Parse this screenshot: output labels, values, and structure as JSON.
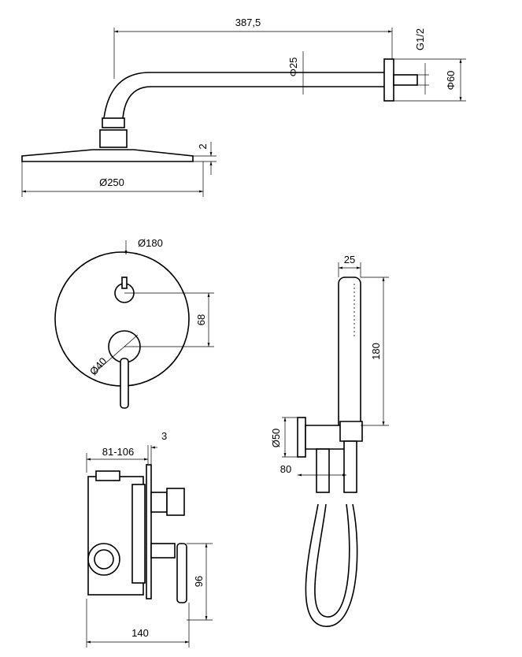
{
  "shower_arm": {
    "length": "387,5",
    "pipe_diameter": "Φ25",
    "thread": "G1/2",
    "flange_diameter": "Φ60"
  },
  "shower_head": {
    "thickness": "2",
    "diameter": "Ø250"
  },
  "mixer_plate": {
    "diameter": "Ø180",
    "knob_spacing": "68",
    "knob_diameter": "Ø40"
  },
  "hand_shower": {
    "width": "25",
    "length": "180",
    "holder_diameter": "Ø50",
    "holder_depth": "80"
  },
  "valve_box": {
    "depth_range": "81-106",
    "plate_thickness": "3",
    "height_offset": "96",
    "total_depth": "140"
  }
}
